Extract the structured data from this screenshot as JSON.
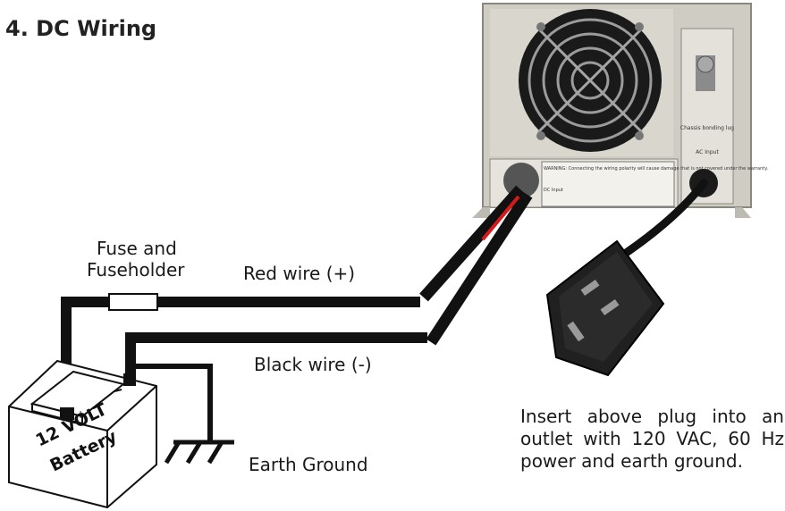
{
  "title": "4. DC Wiring",
  "labels": {
    "fuse_line1": "Fuse and",
    "fuse_line2": "Fuseholder",
    "red_wire": "Red wire (+)",
    "black_wire": "Black wire (-)",
    "earth_ground": "Earth Ground",
    "battery_line1": "12 VOLT",
    "battery_line2": "Battery",
    "plug_note": "Insert above plug into an outlet with 120 VAC, 60 Hz power and earth ground."
  },
  "charger_panel": {
    "warning_text": "WARNING: Connecting the wiring polarity will cause damage that is not covered under the warranty.",
    "dc_input": "DC Input",
    "chassis_label": "Chassis bonding lug",
    "ac_input": "AC Input"
  },
  "colors": {
    "wire": "#111111",
    "red_wire_accent": "#d61a1a",
    "charger_body": "#cfccc4"
  }
}
